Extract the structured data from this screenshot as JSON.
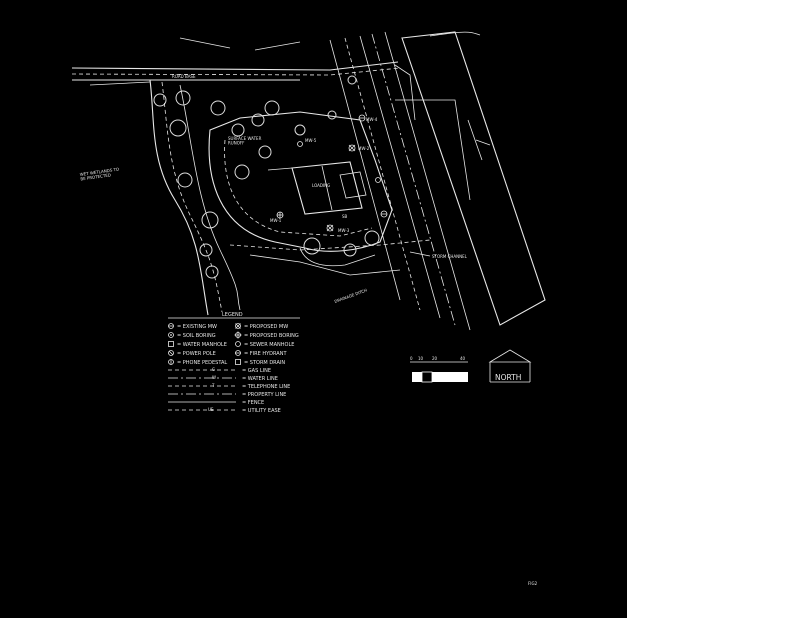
{
  "labels": {
    "road_base": "ROAD BASE",
    "surface_water_runoff": "SURFACE WATER\nRUNOFF",
    "wetland_note": "WET WETLANDS TO\nBE PROTECTED",
    "mw1": "MW-1",
    "mw2": "MW-2",
    "mw3": "MW-3",
    "mw4": "MW-4",
    "mw5": "MW-5",
    "storm_channel": "STORM CHANNEL",
    "drainage_ditch": "DRAINAGE DITCH",
    "sb_label": "SB",
    "loading": "LOADING"
  },
  "legend": {
    "title": "LEGEND",
    "col1": [
      "= EXISTING MW",
      "= SOIL BORING",
      "= WATER MANHOLE",
      "= POWER POLE",
      "= PHONE PEDESTAL"
    ],
    "col2": [
      "= PROPOSED MW",
      "= PROPOSED BORING",
      "= SEWER MANHOLE",
      "= FIRE HYDRANT",
      "= STORM DRAIN"
    ],
    "lines": [
      "= GAS LINE",
      "= WATER LINE",
      "= TELEPHONE LINE",
      "= PROPERTY LINE",
      "= FENCE",
      "= UTILITY EASE"
    ],
    "line_codes": [
      "G",
      "W",
      "T",
      "",
      "",
      "UE"
    ]
  },
  "scale": {
    "ticks": [
      "0",
      "10",
      "20",
      "40"
    ]
  },
  "north": {
    "label": "NORTH"
  },
  "sheet_code": "FIG2"
}
